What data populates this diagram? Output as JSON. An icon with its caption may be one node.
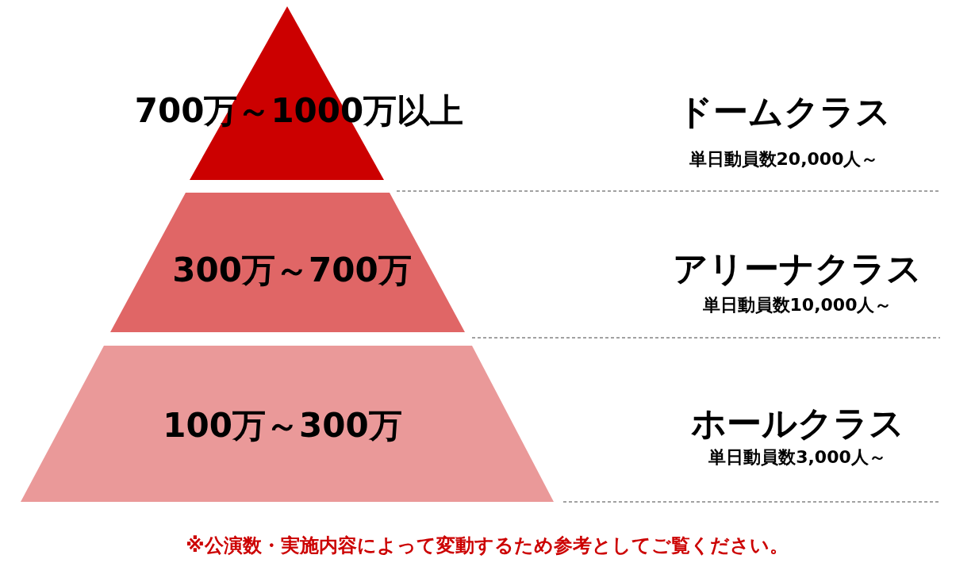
{
  "diagram": {
    "caption": "※公演数・実施内容によって変動するため参考としてご覧ください。",
    "nodes": [
      {
        "text": [
          "700万～1000万以上"
        ],
        "beside": [
          "ドームクラス",
          "単日動員数20,000人～"
        ]
      },
      {
        "text": [
          "300万～700万"
        ],
        "beside": [
          "アリーナクラス",
          "単日動員数10,000人～"
        ]
      },
      {
        "text": [
          "100万～300万"
        ],
        "beside": [
          "ホールクラス",
          "単日動員数3,000人～"
        ]
      }
    ]
  }
}
